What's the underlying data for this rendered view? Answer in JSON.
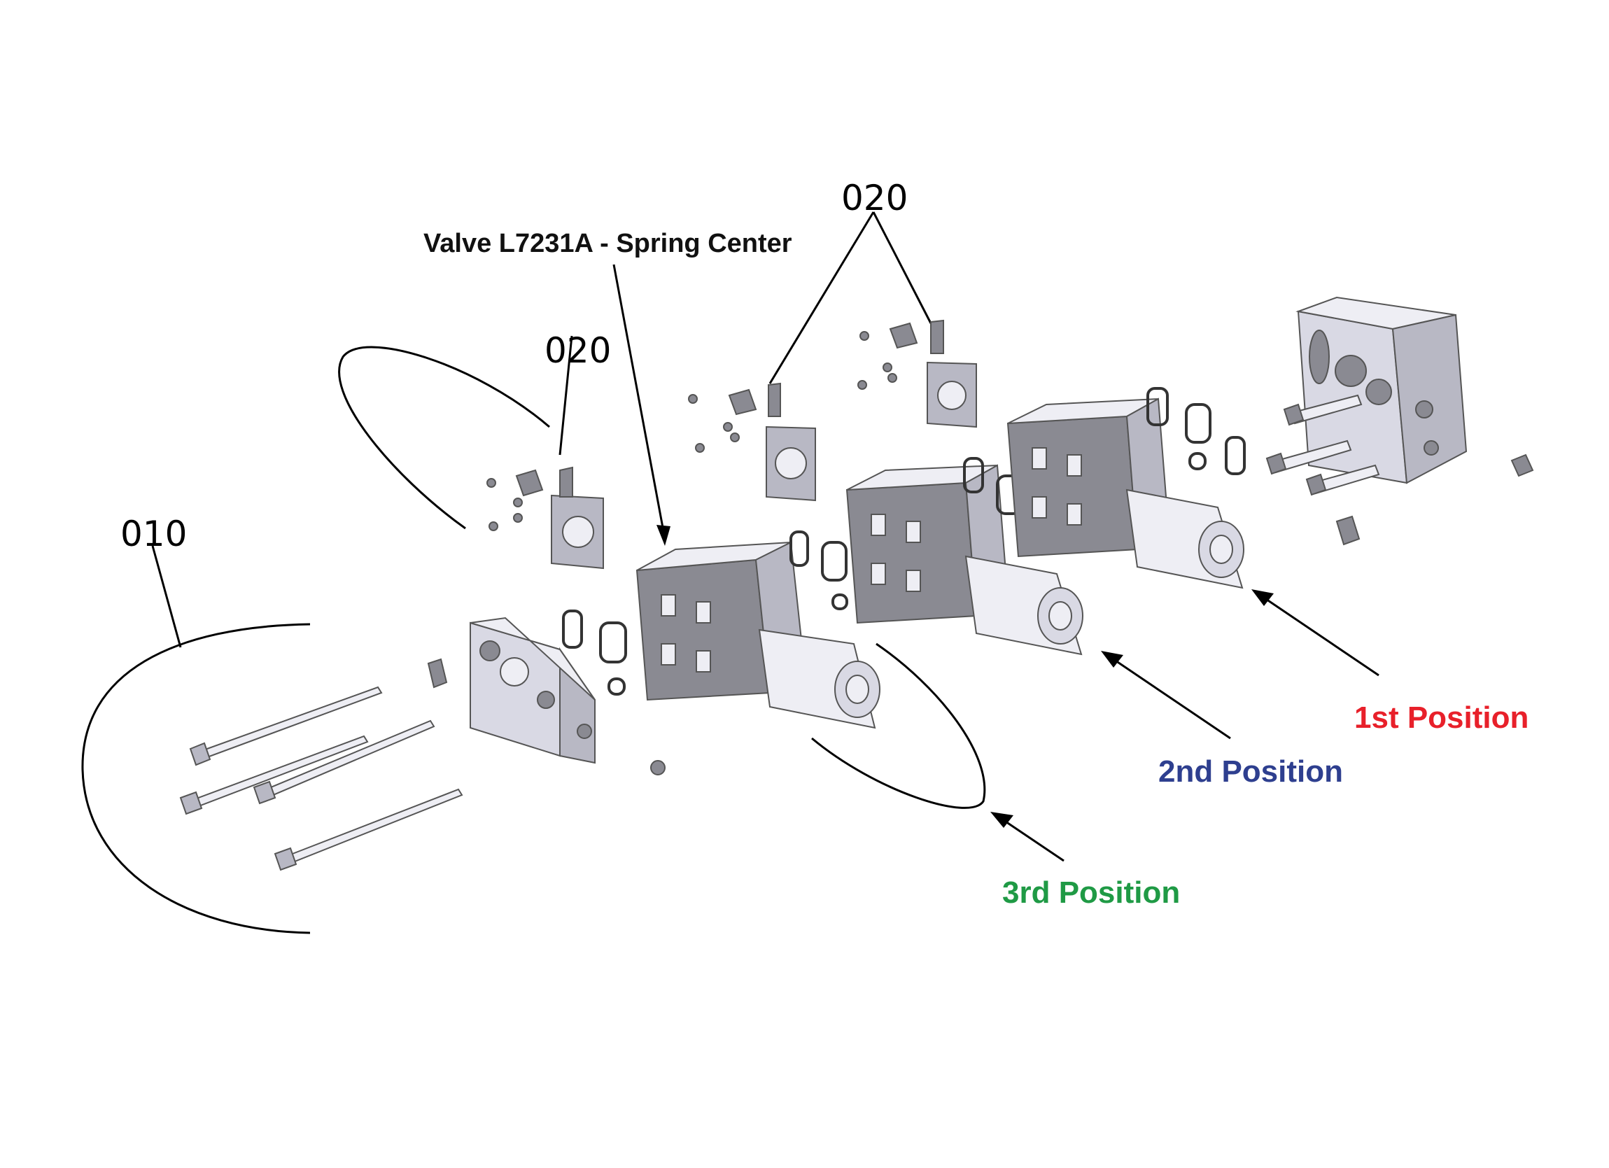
{
  "title": "Valve L7231A - Spring Center",
  "callouts": {
    "c010": "010",
    "c020_left": "020",
    "c020_top": "020"
  },
  "positions": {
    "first": "1st Position",
    "second": "2nd Position",
    "third": "3rd Position"
  },
  "colors": {
    "first": "#e8202a",
    "second": "#2e3f8f",
    "third": "#1f9a45",
    "text": "#111111"
  }
}
